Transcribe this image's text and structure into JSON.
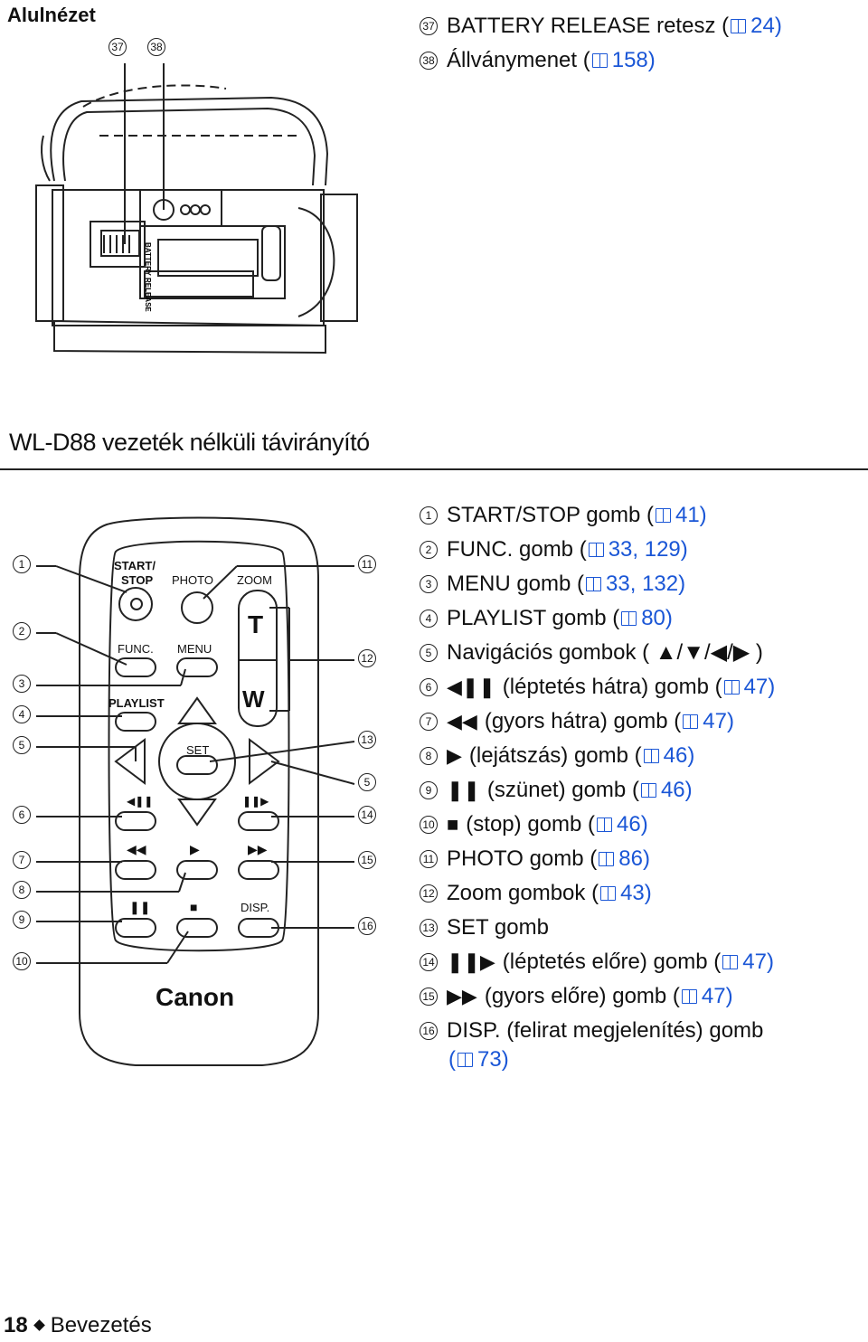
{
  "section_header": "Alulnézet",
  "camcorder_callouts": [
    "37",
    "38"
  ],
  "camcorder_label": "BATTERY RELEASE",
  "top_items": [
    {
      "num": "37",
      "text": "BATTERY RELEASE retesz (",
      "ref": "24",
      "close": ")"
    },
    {
      "num": "38",
      "text": "Állványmenet (",
      "ref": "158",
      "close": ")"
    }
  ],
  "remote_title": "WL-D88 vezeték nélküli távirányító",
  "remote": {
    "start_stop": "START/\nSTOP",
    "photo": "PHOTO",
    "zoom": "ZOOM",
    "tele": "T",
    "wide": "W",
    "func": "FUNC.",
    "menu": "MENU",
    "playlist": "PLAYLIST",
    "set": "SET",
    "disp": "DISP.",
    "brand": "Canon"
  },
  "left_callouts": [
    "1",
    "2",
    "3",
    "4",
    "5",
    "6",
    "7",
    "8",
    "9",
    "10"
  ],
  "right_callouts": [
    "11",
    "12",
    "13",
    "5",
    "14",
    "15",
    "16"
  ],
  "items": [
    {
      "num": "1",
      "symbol": "",
      "text": "START/STOP gomb (",
      "ref": "41",
      "close": ")"
    },
    {
      "num": "2",
      "symbol": "",
      "text": "FUNC. gomb (",
      "ref": "33, 129",
      "close": ")"
    },
    {
      "num": "3",
      "symbol": "",
      "text": "MENU gomb (",
      "ref": "33, 132",
      "close": ")"
    },
    {
      "num": "4",
      "symbol": "",
      "text": "PLAYLIST gomb (",
      "ref": "80",
      "close": ")"
    },
    {
      "num": "5",
      "symbol": "",
      "text": "Navigációs gombok ( ▲/▼/◀/▶ )",
      "ref": "",
      "close": ""
    },
    {
      "num": "6",
      "symbol": "◀❚❚",
      "text": "(léptetés hátra) gomb (",
      "ref": "47",
      "close": ")"
    },
    {
      "num": "7",
      "symbol": "◀◀",
      "text": "(gyors hátra) gomb (",
      "ref": "47",
      "close": ")"
    },
    {
      "num": "8",
      "symbol": "▶",
      "text": "(lejátszás) gomb (",
      "ref": "46",
      "close": ")"
    },
    {
      "num": "9",
      "symbol": "❚❚",
      "text": "(szünet) gomb (",
      "ref": "46",
      "close": ")"
    },
    {
      "num": "10",
      "symbol": "■",
      "text": "(stop) gomb (",
      "ref": "46",
      "close": ")"
    },
    {
      "num": "11",
      "symbol": "",
      "text": "PHOTO gomb (",
      "ref": "86",
      "close": ")"
    },
    {
      "num": "12",
      "symbol": "",
      "text": "Zoom gombok (",
      "ref": "43",
      "close": ")"
    },
    {
      "num": "13",
      "symbol": "",
      "text": "SET gomb",
      "ref": "",
      "close": ""
    },
    {
      "num": "14",
      "symbol": "❚❚▶",
      "text": "(léptetés előre) gomb (",
      "ref": "47",
      "close": ")"
    },
    {
      "num": "15",
      "symbol": "▶▶",
      "text": "(gyors előre) gomb (",
      "ref": "47",
      "close": ")"
    },
    {
      "num": "16",
      "symbol": "",
      "text": "DISP. (felirat megjelenítés) gomb",
      "ref": "",
      "close": ""
    }
  ],
  "item16_ref": "73",
  "footer": {
    "page": "18",
    "section": "Bevezetés"
  }
}
